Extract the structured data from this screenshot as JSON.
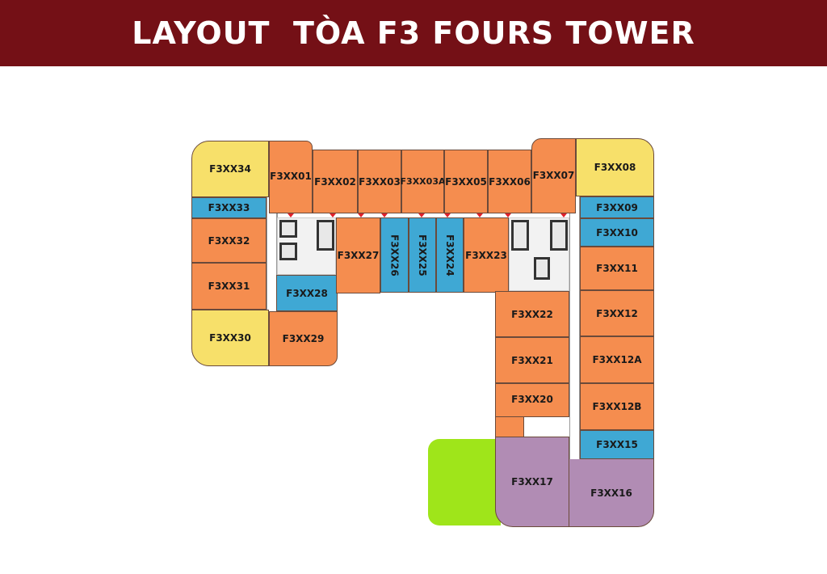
{
  "header": {
    "title": "LAYOUT  TÒA F3 FOURS TOWER"
  },
  "colors": {
    "header_bg": "#741016",
    "orange": "#F58D4F",
    "yellow": "#F7E06A",
    "blue": "#3FA8D4",
    "purple": "#B18CB4",
    "green": "#9FE51A"
  },
  "units": {
    "u34": "F3XX34",
    "u33": "F3XX33",
    "u32": "F3XX32",
    "u31": "F3XX31",
    "u30": "F3XX30",
    "u01": "F3XX01",
    "u02": "F3XX02",
    "u03": "F3XX03",
    "u03a": "F3XX03A",
    "u05": "F3XX05",
    "u06": "F3XX06",
    "u07": "F3XX07",
    "u08": "F3XX08",
    "u09": "F3XX09",
    "u10": "F3XX10",
    "u11": "F3XX11",
    "u12": "F3XX12",
    "u12a": "F3XX12A",
    "u12b": "F3XX12B",
    "u15": "F3XX15",
    "u16": "F3XX16",
    "u17": "F3XX17",
    "u20": "F3XX20",
    "u21": "F3XX21",
    "u22": "F3XX22",
    "u23": "F3XX23",
    "u24": "F3XX24",
    "u25": "F3XX25",
    "u26": "F3XX26",
    "u27": "F3XX27",
    "u28": "F3XX28",
    "u29": "F3XX29"
  }
}
